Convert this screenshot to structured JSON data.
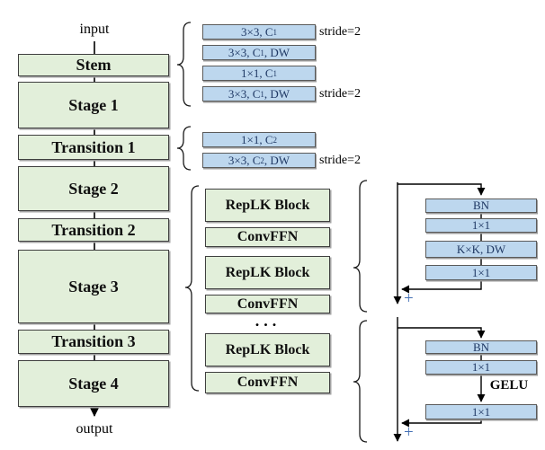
{
  "colors": {
    "green_fill": "#e2efda",
    "blue_fill": "#bdd7ee",
    "navy_text": "#1f3864",
    "plus_blue": "#4470b4"
  },
  "left_pipeline": {
    "input_label": "input",
    "output_label": "output",
    "blocks": [
      {
        "label": "Stem"
      },
      {
        "label": "Stage 1"
      },
      {
        "label": "Transition 1"
      },
      {
        "label": "Stage 2"
      },
      {
        "label": "Transition 2"
      },
      {
        "label": "Stage 3"
      },
      {
        "label": "Transition 3"
      },
      {
        "label": "Stage 4"
      }
    ]
  },
  "stem_detail": {
    "layers": [
      {
        "pre": "3×3, C",
        "sub": "1",
        "post": "",
        "stride": "stride=2"
      },
      {
        "pre": "3×3, C",
        "sub": "1",
        "post": ", DW",
        "stride": ""
      },
      {
        "pre": "1×1, C",
        "sub": "1",
        "post": "",
        "stride": ""
      },
      {
        "pre": "3×3, C",
        "sub": "1",
        "post": ", DW",
        "stride": "stride=2"
      }
    ]
  },
  "transition_detail": {
    "layers": [
      {
        "pre": "1×1, C",
        "sub": "2",
        "post": "",
        "stride": ""
      },
      {
        "pre": "3×3, C",
        "sub": "2",
        "post": ", DW",
        "stride": "stride=2"
      }
    ]
  },
  "stage_stack": {
    "items": [
      "RepLK Block",
      "ConvFFN",
      "RepLK Block",
      "ConvFFN",
      "RepLK Block",
      "ConvFFN"
    ],
    "ellipsis": "..."
  },
  "replk_detail": {
    "layers": [
      "BN",
      "1×1",
      "K×K, DW",
      "1×1"
    ],
    "plus": "+"
  },
  "convffn_detail": {
    "layers": [
      "BN",
      "1×1",
      "1×1"
    ],
    "activation": "GELU",
    "plus": "+"
  }
}
